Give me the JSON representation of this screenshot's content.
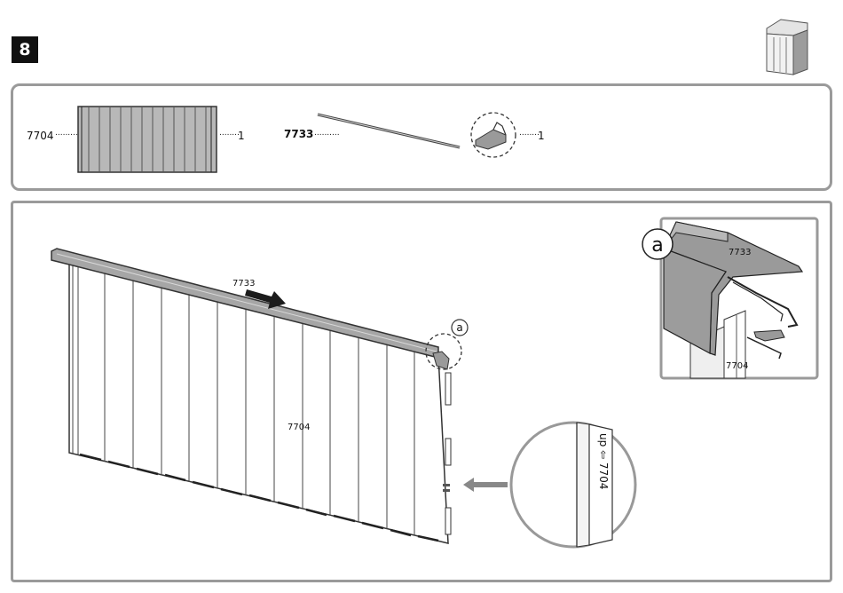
{
  "step": {
    "number": "8"
  },
  "icons": {
    "shed": "shed-icon"
  },
  "parts": [
    {
      "code": "7704",
      "qty": "1",
      "leader": "..........",
      "qty_leader": "........"
    },
    {
      "code": "7733",
      "qty": "1",
      "leader": "..........",
      "qty_leader": "........"
    }
  ],
  "assembly": {
    "rail_label": "7733",
    "panel_label": "7704",
    "callout_letter": "a"
  },
  "detail": {
    "letter": "a",
    "rail_label": "7733",
    "panel_label": "7704"
  },
  "zoom": {
    "text": "up ⇦ 7704"
  },
  "colors": {
    "frame": "#9a9a9a",
    "rail": "#a6a6a6",
    "panel": "#b5b5b5",
    "ink": "#111111"
  }
}
